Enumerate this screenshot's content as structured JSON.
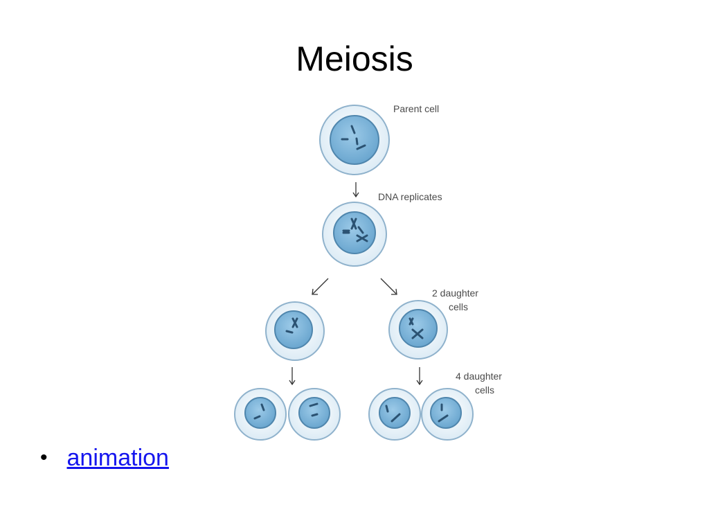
{
  "slide": {
    "title": "Meiosis",
    "bullet_link": "animation"
  },
  "diagram": {
    "labels": {
      "parent": "Parent cell",
      "dna": "DNA replicates",
      "two_line1": "2 daughter",
      "two_line2": "cells",
      "four_line1": "4 daughter",
      "four_line2": "cells"
    },
    "colors": {
      "outer_fill": "#e6f1f8",
      "outer_stroke": "#8fb2cc",
      "nucleus_fill": "#86b9dc",
      "nucleus_stroke": "#4f86ad",
      "chromosome": "#2b5272",
      "arrow": "#333333",
      "link": "#1515ee"
    }
  }
}
